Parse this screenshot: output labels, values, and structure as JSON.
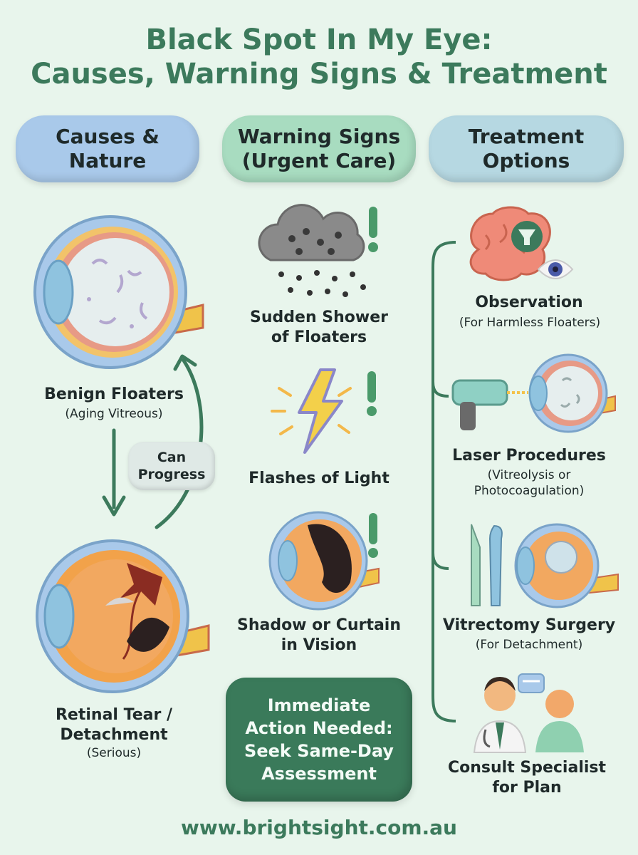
{
  "title": {
    "line1": "Black Spot In My Eye:",
    "line2": "Causes, Warning Signs & Treatment"
  },
  "columns": {
    "causes": {
      "line1": "Causes &",
      "line2": "Nature",
      "color": "#a9c9ea"
    },
    "warning": {
      "line1": "Warning Signs",
      "line2": "(Urgent Care)",
      "color": "#a8dcc0"
    },
    "treatment": {
      "line1": "Treatment",
      "line2": "Options",
      "color": "#b6d8e2"
    }
  },
  "causes": {
    "benign": {
      "label": "Benign Floaters",
      "sub": "(Aging Vitreous)"
    },
    "progress": {
      "line1": "Can",
      "line2": "Progress"
    },
    "retinal": {
      "line1": "Retinal Tear /",
      "line2": "Detachment",
      "sub": "(Serious)"
    }
  },
  "warning": {
    "shower": {
      "line1": "Sudden Shower",
      "line2": "of Floaters"
    },
    "flashes": {
      "label": "Flashes of Light"
    },
    "shadow": {
      "line1": "Shadow or Curtain",
      "line2": "in Vision"
    },
    "action": {
      "line1": "Immediate",
      "line2": "Action Needed:",
      "line3": "Seek Same-Day",
      "line4": "Assessment"
    }
  },
  "treatment": {
    "observation": {
      "label": "Observation",
      "sub": "(For Harmless Floaters)"
    },
    "laser": {
      "label": "Laser Procedures",
      "sub1": "(Vitreolysis or",
      "sub2": "Photocoagulation)"
    },
    "vitrectomy": {
      "label": "Vitrectomy Surgery",
      "sub": "(For Detachment)"
    },
    "consult": {
      "line1": "Consult Specialist",
      "line2": "for Plan"
    }
  },
  "footer": {
    "url": "www.brightsight.com.au"
  },
  "colors": {
    "accent": "#3c7a5c",
    "warning": "#4a9a6a"
  }
}
